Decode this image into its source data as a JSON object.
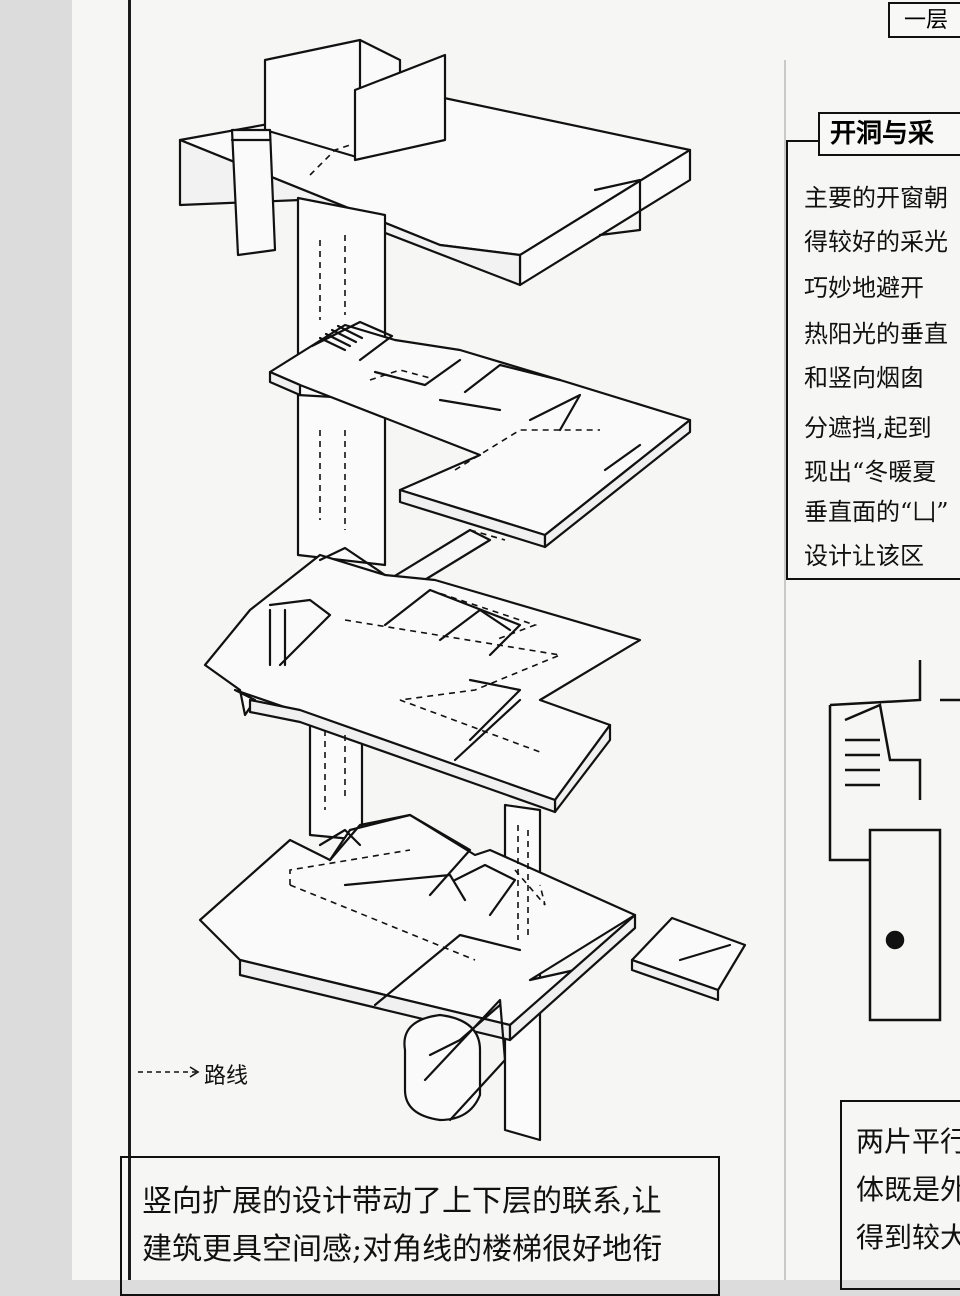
{
  "page": {
    "floor_tag": "一层",
    "right_box": {
      "title": "开洞与采",
      "lines": [
        "主要的开窗朝",
        "得较好的采光",
        "巧妙地避开",
        "热阳光的垂直",
        "和竖向烟囱",
        "分遮挡,起到",
        "现出“冬暖夏",
        "垂直面的“凵”",
        "设计让该区"
      ]
    },
    "legend": {
      "label": "路线",
      "arrow": "--------->"
    },
    "bottom_box": {
      "lines": [
        "竖向扩展的设计带动了上下层的联系,让",
        "建筑更具空间感;对角线的楼梯很好地衔"
      ]
    },
    "bottom_right_box": {
      "lines": [
        "两片平行",
        "体既是外",
        "得到较大"
      ]
    },
    "colors": {
      "ink": "#111111",
      "paper": "#f6f6f4",
      "background": "#dcdcdc"
    }
  }
}
